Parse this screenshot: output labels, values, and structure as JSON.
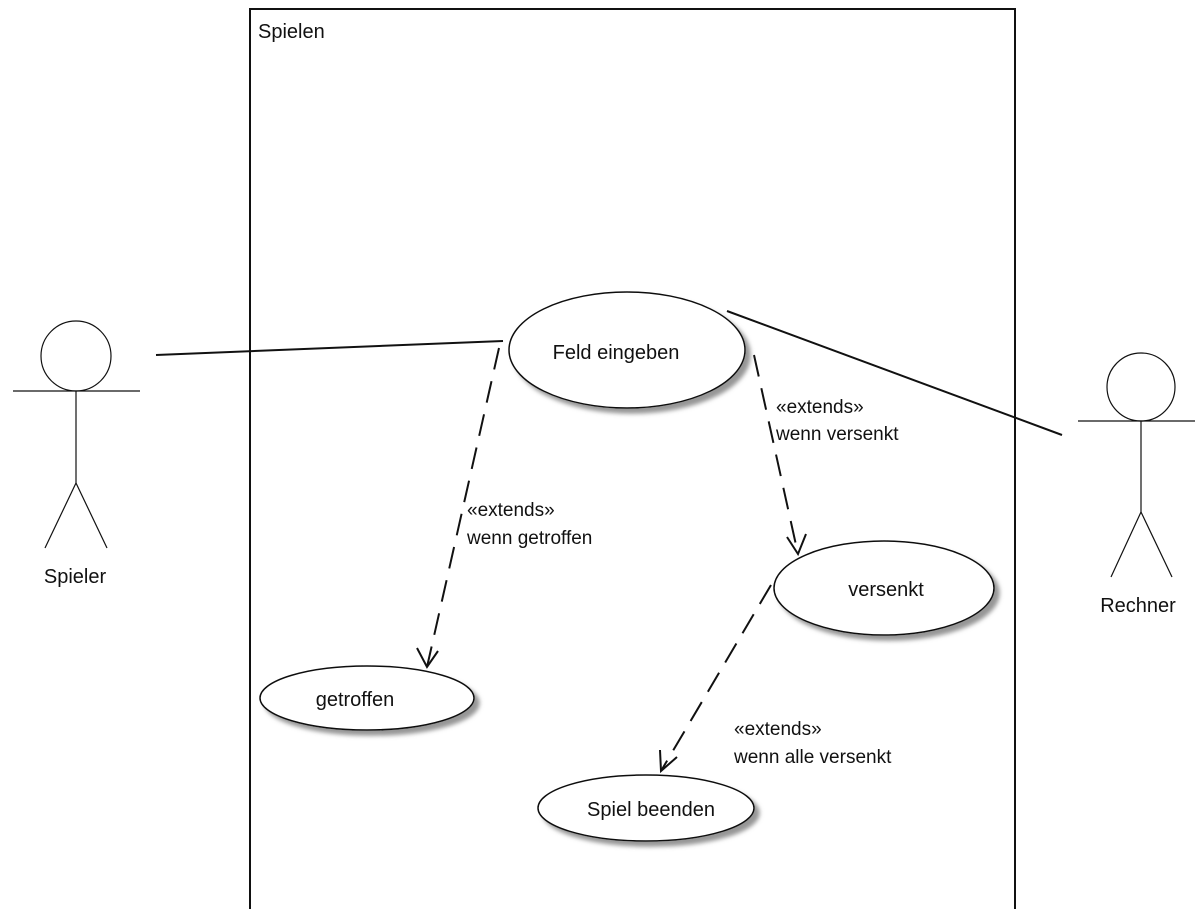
{
  "colors": {
    "line": "#111111",
    "ellipse_fill": "#ffffff",
    "ellipse_shadow": "#9a9a9a",
    "background": "#ffffff"
  },
  "system": {
    "title": "Spielen"
  },
  "actors": {
    "spieler": {
      "name": "Spieler"
    },
    "rechner": {
      "name": "Rechner"
    }
  },
  "use_cases": {
    "feld_eingeben": "Feld eingeben",
    "versenkt": "versenkt",
    "getroffen": "getroffen",
    "spiel_beenden": "Spiel beenden"
  },
  "extends_relations": {
    "getroffen": {
      "stereotype": "«extends»",
      "condition": "wenn getroffen"
    },
    "versenkt": {
      "stereotype": "«extends»",
      "condition": "wenn versenkt"
    },
    "spiel_beenden": {
      "stereotype": "«extends»",
      "condition": "wenn alle versenkt"
    }
  }
}
